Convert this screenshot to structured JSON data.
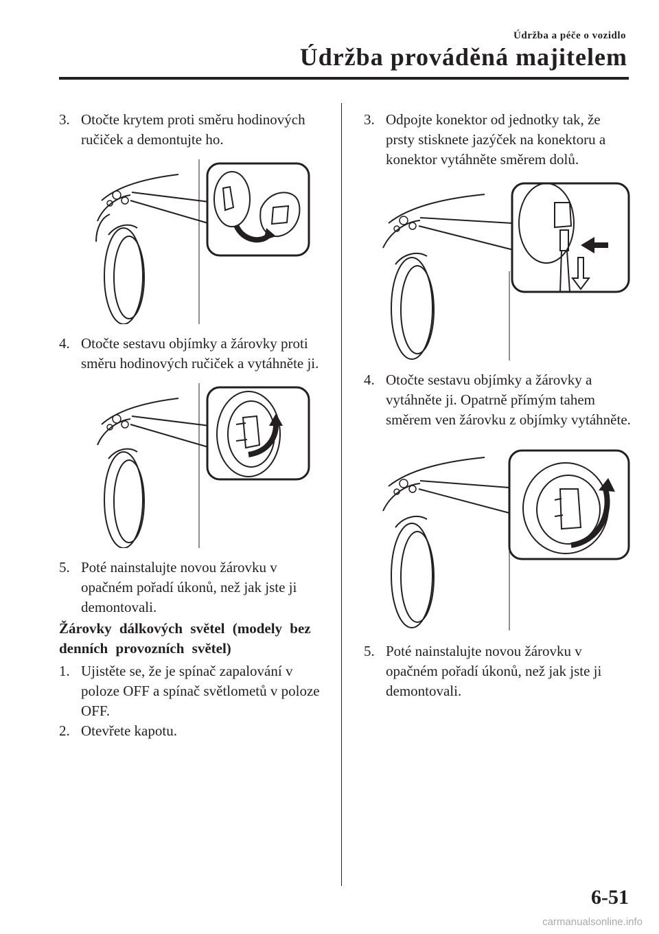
{
  "header": {
    "section": "Údržba a péče o vozidlo",
    "title": "Údržba prováděná majitelem"
  },
  "left": {
    "step3": {
      "num": "3.",
      "text": "Otočte krytem proti směru hodinových ručiček a demontujte ho."
    },
    "step4": {
      "num": "4.",
      "text": "Otočte sestavu objímky a žárovky proti směru hodinových ručiček a vytáhněte ji."
    },
    "step5": {
      "num": "5.",
      "text": "Poté nainstalujte novou žárovku v opačném pořadí úkonů, než jak jste ji demontovali."
    },
    "section_heading": "Žárovky dálkových světel (modely bez denních provozních světel)",
    "s1": {
      "num": "1.",
      "text": "Ujistěte se, že je spínač zapalování v poloze OFF a spínač světlometů v poloze OFF."
    },
    "s2": {
      "num": "2.",
      "text": "Otevřete kapotu."
    }
  },
  "right": {
    "step3": {
      "num": "3.",
      "text": "Odpojte konektor od jednotky tak, že prsty stisknete jazýček na konektoru a konektor vytáhněte směrem dolů."
    },
    "step4": {
      "num": "4.",
      "text": "Otočte sestavu objímky a žárovky a vytáhněte ji. Opatrně přímým tahem směrem ven žárovku z objímky vytáhněte."
    },
    "step5": {
      "num": "5.",
      "text": "Poté nainstalujte novou žárovku v opačném pořadí úkonů, než jak jste ji demontovali."
    }
  },
  "footer": {
    "page_number": "6-51",
    "watermark": "carmanualsonline.info"
  }
}
